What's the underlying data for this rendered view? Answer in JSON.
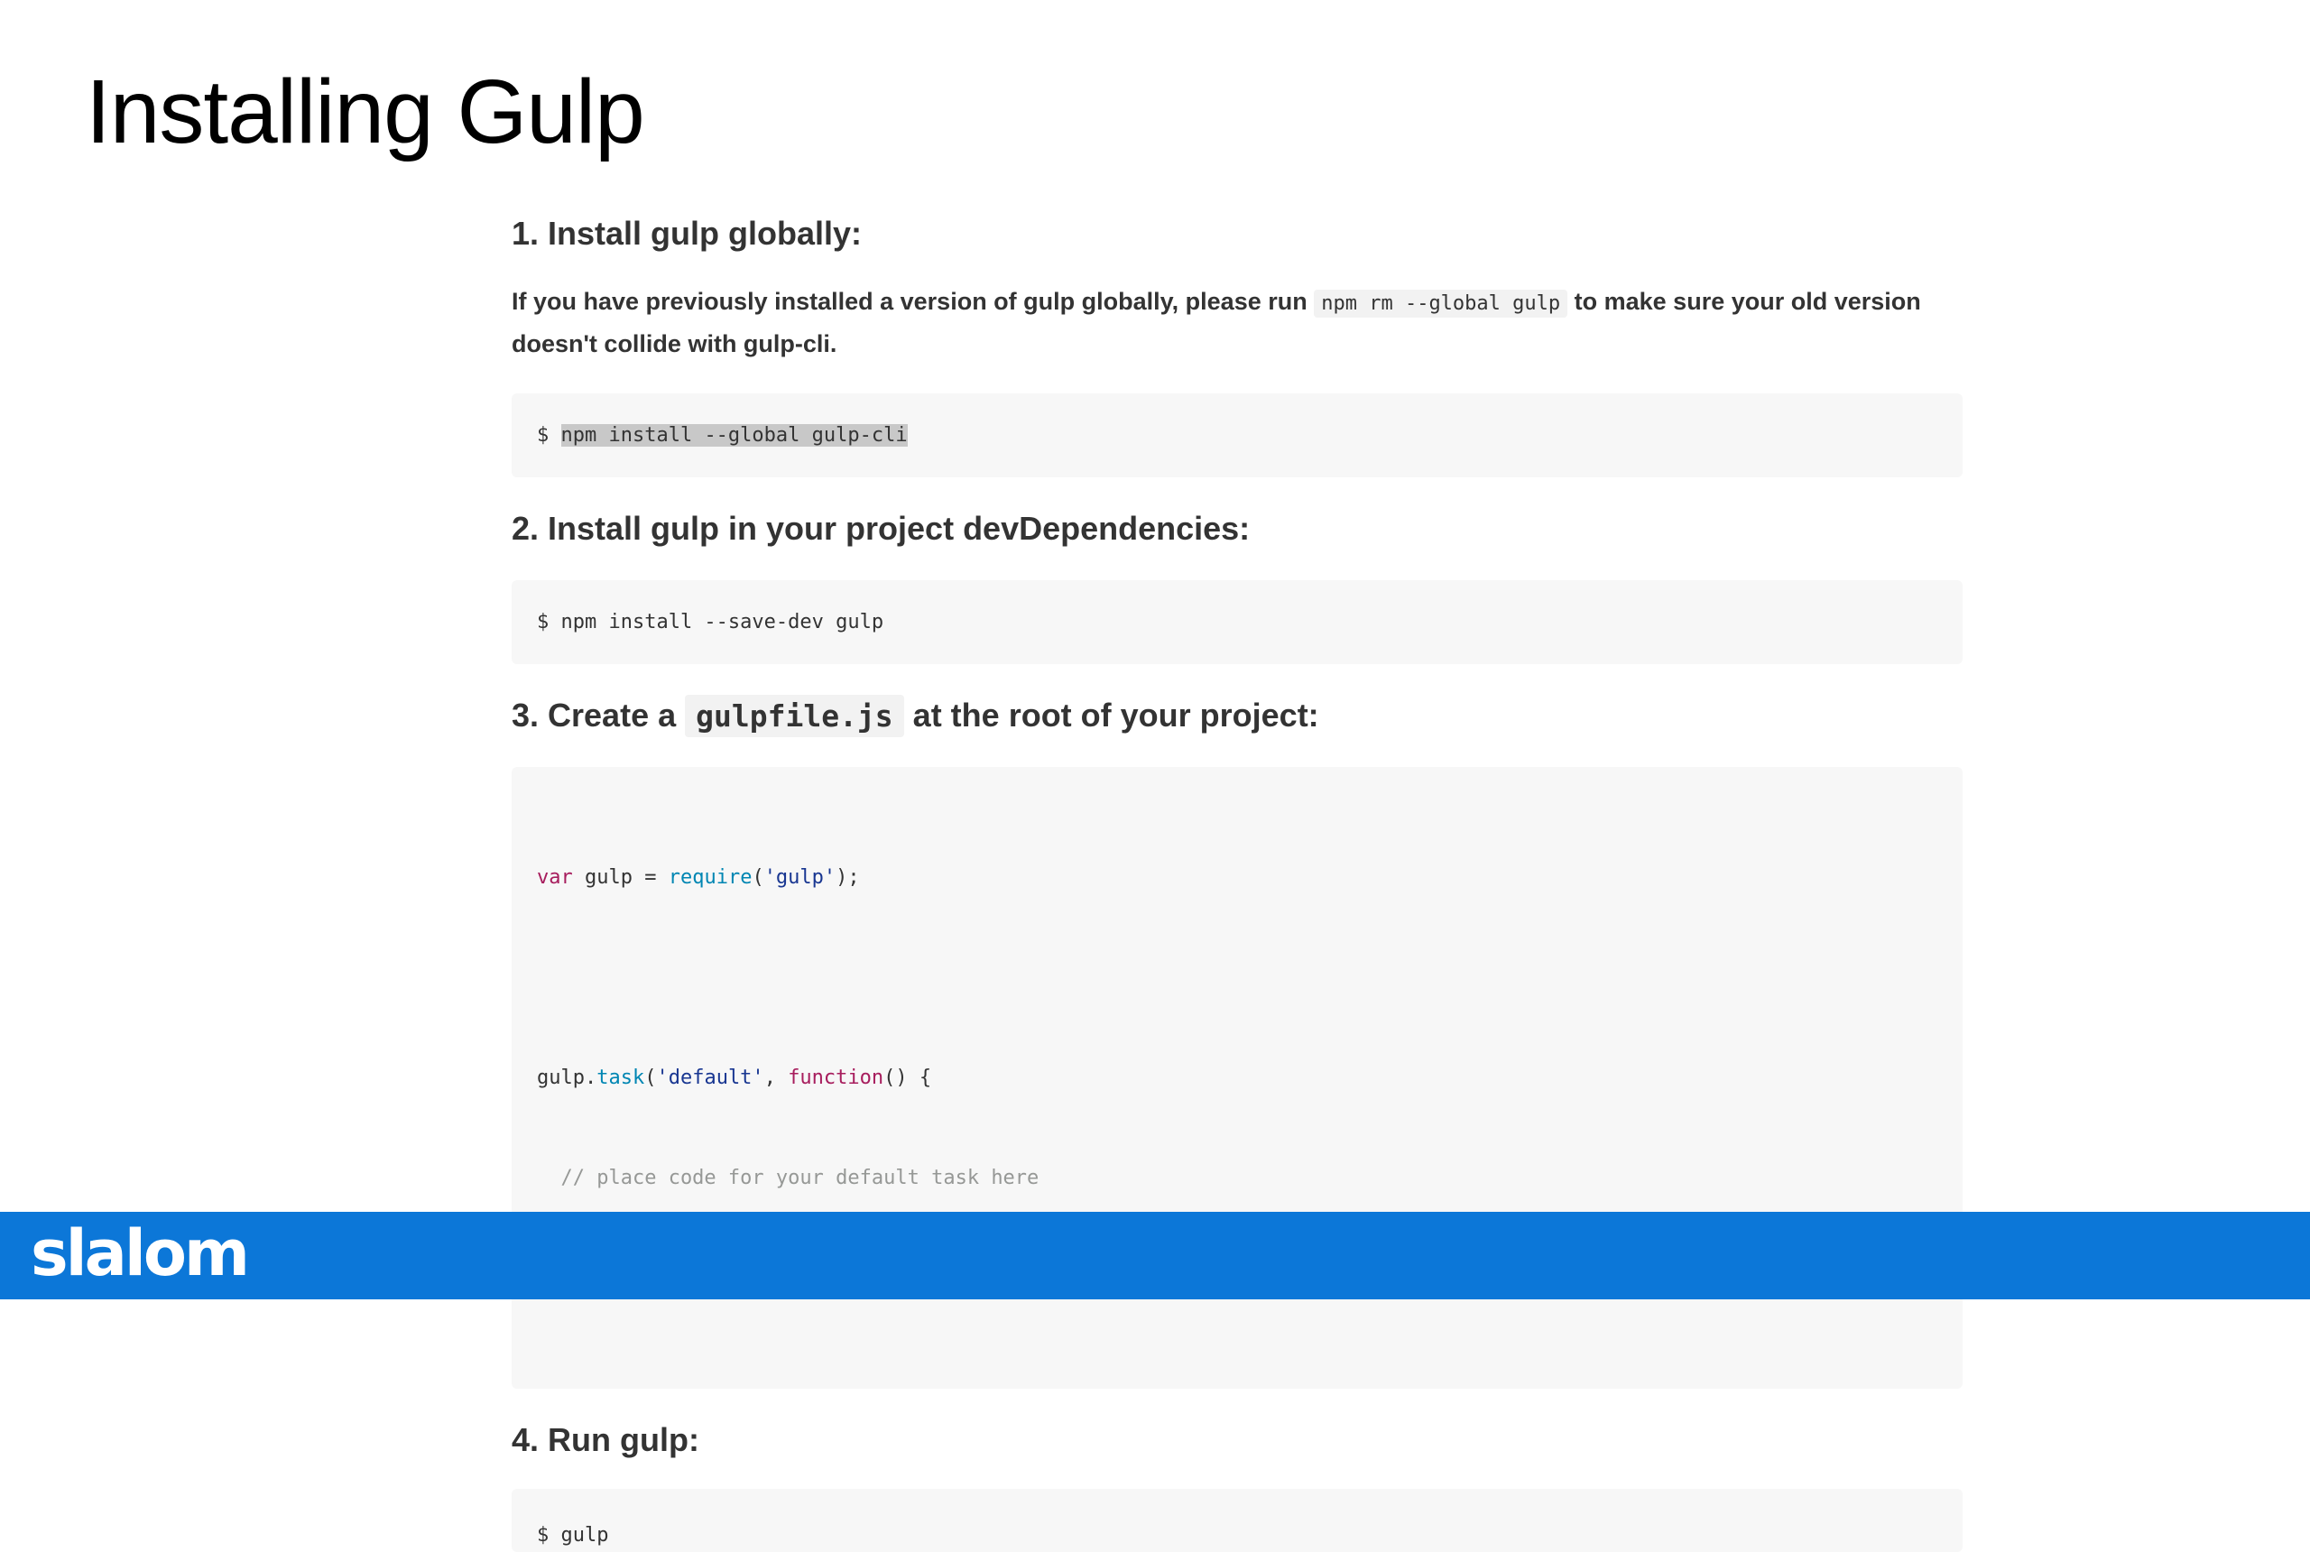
{
  "slide": {
    "title": "Installing Gulp"
  },
  "steps": {
    "s1": {
      "heading": "1. Install gulp globally:",
      "para_before": "If you have previously installed a version of gulp globally, please run ",
      "para_code": "npm rm --global gulp",
      "para_after": " to make sure your old version doesn't collide with gulp-cli.",
      "code_prompt": "$ ",
      "code_cmd": "npm install --global gulp-cli"
    },
    "s2": {
      "heading": "2. Install gulp in your project devDependencies:",
      "code": "$ npm install --save-dev gulp"
    },
    "s3": {
      "heading_before": "3. Create a ",
      "heading_code": "gulpfile.js",
      "heading_after": " at the root of your project:",
      "code": {
        "l1_kw": "var",
        "l1_mid": " gulp = ",
        "l1_fn": "require",
        "l1_open": "(",
        "l1_str": "'gulp'",
        "l1_close": ");",
        "l3_pre": "gulp.",
        "l3_fn": "task",
        "l3_open": "(",
        "l3_str": "'default'",
        "l3_comma": ", ",
        "l3_kw": "function",
        "l3_close": "() {",
        "l4_comment": "  // place code for your default task here",
        "l5": "});"
      }
    },
    "s4": {
      "heading": "4. Run gulp:",
      "code": "$ gulp"
    }
  },
  "footer": {
    "logo": "slalom",
    "color": "#0c77d8"
  }
}
